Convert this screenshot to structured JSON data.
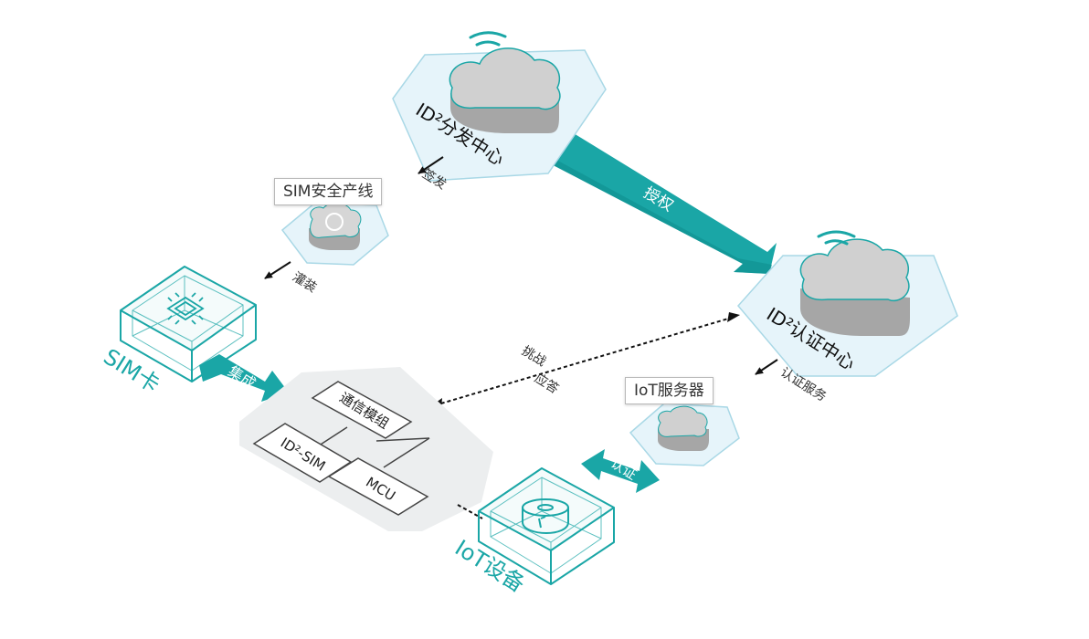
{
  "labels": {
    "distribution_center": "ID²分发中心",
    "auth_center": "ID²认证中心",
    "authorize": "授权",
    "sign_issue": "签发",
    "flash": "灌装",
    "integrate": "集成",
    "sim_card": "SIM卡",
    "iot_device": "IoT设备",
    "challenge": "挑战",
    "response": "应答",
    "auth_service": "认证服务",
    "authenticate": "认证",
    "comm_module": "通信模组",
    "id2_sim": "ID²-SIM",
    "mcu": "MCU"
  },
  "callouts": {
    "sim_production_line": "SIM安全产线",
    "iot_server": "IoT服务器"
  },
  "colors": {
    "teal": "#1aa6a6",
    "teal_dark": "#0f8f8f",
    "platform_fill": "#e6f4fa",
    "platform_stroke": "#a9d8e6",
    "cloud_top": "#d0d0d0",
    "cloud_side": "#a6a6a6",
    "gray_platform": "#eceeef"
  }
}
